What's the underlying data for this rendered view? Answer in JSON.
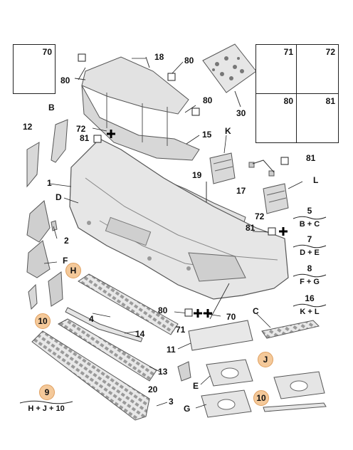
{
  "boxes": {
    "b70": "70",
    "b71": "71",
    "b72": "72",
    "b80": "80",
    "b81": "81"
  },
  "labels": {
    "n1": "1",
    "n2": "2",
    "n3": "3",
    "n4": "4",
    "n11": "11",
    "n12": "12",
    "n13": "13",
    "n14": "14",
    "n15": "15",
    "n17": "17",
    "n18": "18",
    "n19": "19",
    "n20": "20",
    "n30": "30",
    "n70": "70",
    "n71": "71",
    "n72a": "72",
    "n72b": "72",
    "n80a": "80",
    "n80b": "80",
    "n80c": "80",
    "n80d": "80",
    "n81a": "81",
    "n81b": "81",
    "n81c": "81",
    "B": "B",
    "C": "C",
    "D": "D",
    "E": "E",
    "F": "F",
    "G": "G",
    "K": "K",
    "L": "L"
  },
  "highlights": {
    "H": "H",
    "J": "J",
    "h10a": "10",
    "h10b": "10",
    "h9": "9"
  },
  "combos": {
    "c5": {
      "top": "5",
      "bottom": "B + C"
    },
    "c7": {
      "top": "7",
      "bottom": "D + E"
    },
    "c8": {
      "top": "8",
      "bottom": "F + G"
    },
    "c16": {
      "top": "16",
      "bottom": "K + L"
    },
    "c9": {
      "bottom": "H + J + 10"
    }
  },
  "colors": {
    "part_fill": "#e4e4e4",
    "part_stroke": "#555555",
    "highlight": "#f4c99a"
  }
}
